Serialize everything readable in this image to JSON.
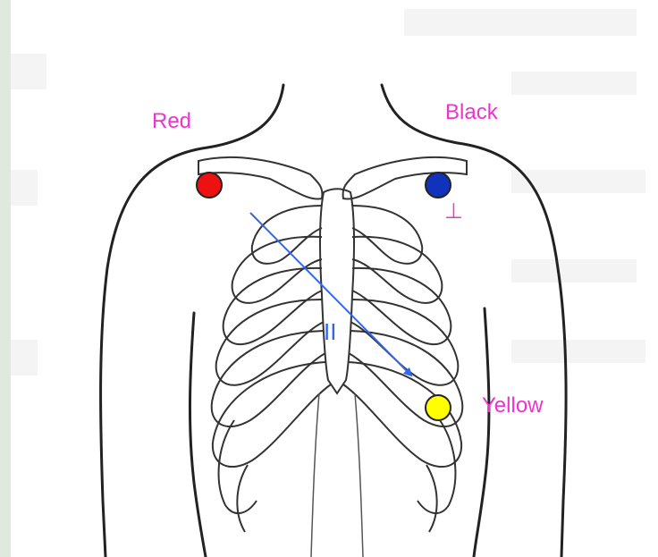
{
  "labels": {
    "red": "Red",
    "black": "Black",
    "yellow": "Yellow",
    "lead": "II",
    "ground_symbol": "⊥"
  },
  "colors": {
    "red_electrode": "#ee1111",
    "black_electrode": "#1133bb",
    "yellow_electrode": "#ffff00",
    "label_text": "#ee33cc",
    "lead_arrow": "#3366ee"
  }
}
